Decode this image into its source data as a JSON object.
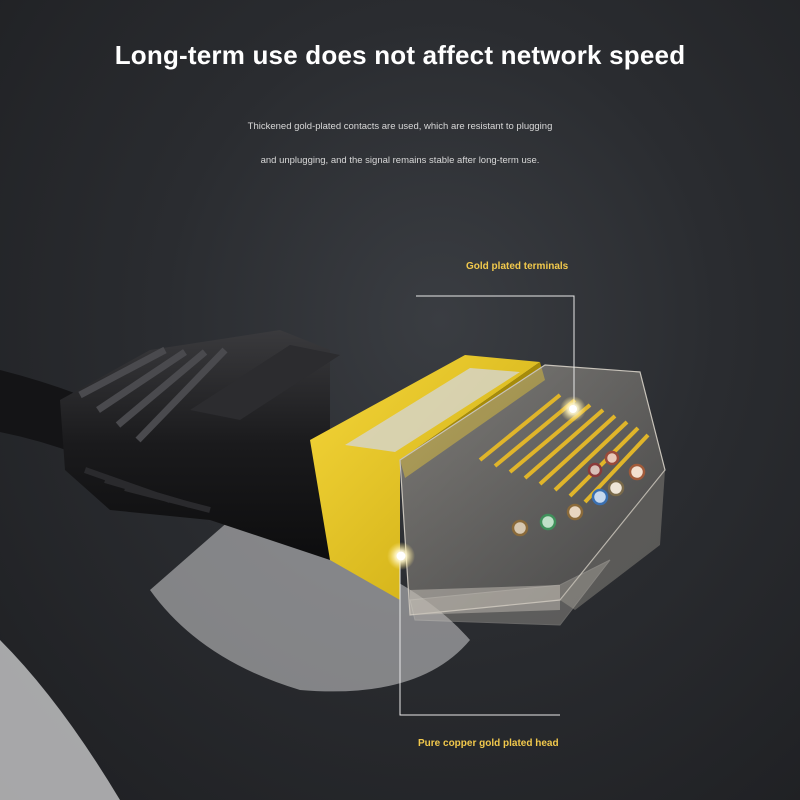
{
  "headline": "Long-term use does not affect network speed",
  "description": {
    "line1": "Thickened gold-plated contacts are used, which are resistant to plugging",
    "line2": "and unplugging, and the signal remains stable after long-term use."
  },
  "callouts": {
    "terminals": "Gold plated terminals",
    "head": "Pure copper gold plated head"
  },
  "colors": {
    "background": "#2a2c30",
    "accent_gold": "#f2c94c",
    "connector_yellow": "#e8c619",
    "boot_black": "#1b1b1d"
  }
}
